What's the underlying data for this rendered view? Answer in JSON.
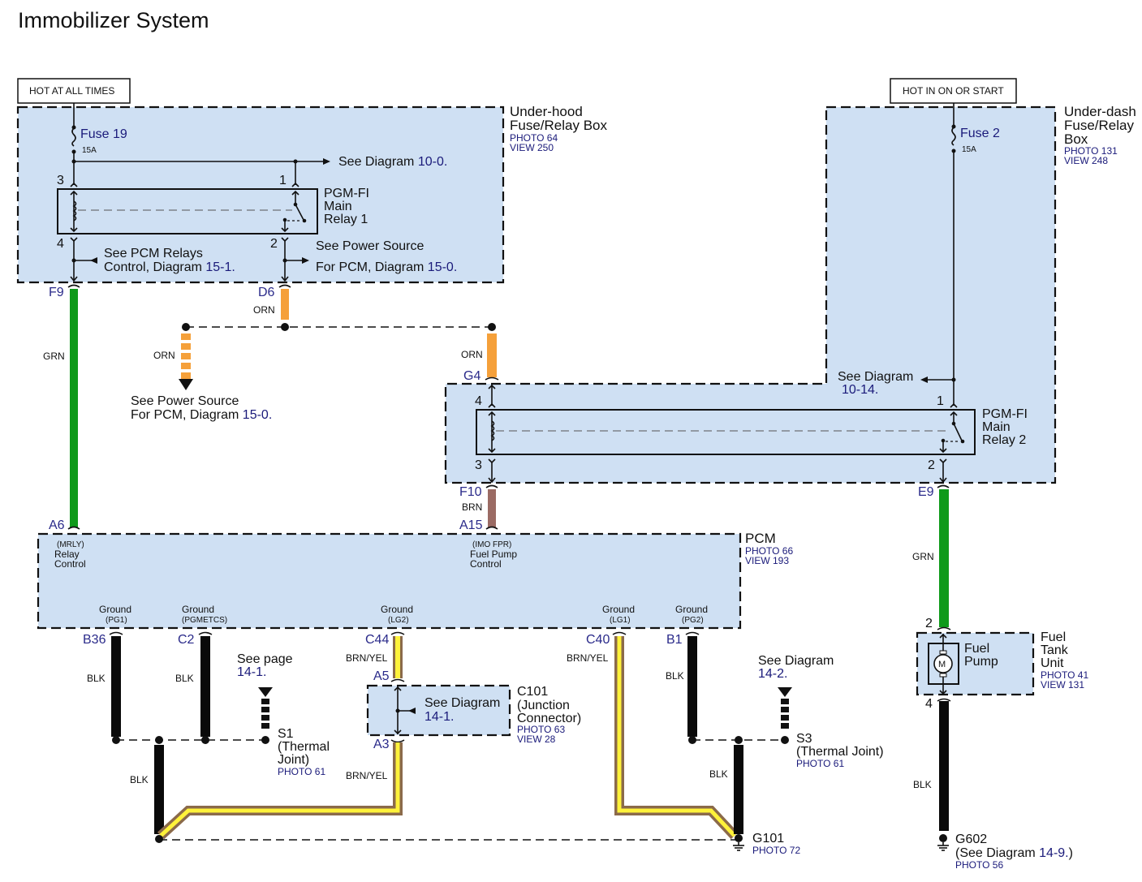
{
  "title": "Immobilizer System",
  "power_labels": {
    "left": "HOT AT ALL TIMES",
    "right": "HOT IN ON OR START"
  },
  "underhood_box": {
    "name_line1": "Under-hood",
    "name_line2": "Fuse/Relay Box",
    "photo": "PHOTO 64",
    "view": "VIEW 250",
    "fuse": {
      "name": "Fuse 19",
      "rating": "15A"
    },
    "see_diagram_arrow": {
      "text": "See Diagram ",
      "ref": "10-0."
    },
    "relay": {
      "line1": "PGM-FI",
      "line2": "Main",
      "line3": "Relay 1",
      "pins": [
        "1",
        "2",
        "3",
        "4"
      ]
    },
    "pcm_relays_note": {
      "line1": "See PCM Relays",
      "line2": "Control, Diagram ",
      "ref": "15-1."
    },
    "power_source_note": {
      "line1": "See Power Source",
      "line2": "For PCM, Diagram ",
      "ref": "15-0."
    }
  },
  "underdash_box": {
    "name_line1": "Under-dash",
    "name_line2": "Fuse/Relay",
    "name_line3": "Box",
    "photo": "PHOTO 131",
    "view": "VIEW 248",
    "fuse": {
      "name": "Fuse 2",
      "rating": "15A"
    },
    "see_diagram_note": {
      "line1": "See Diagram",
      "ref": "10-14."
    },
    "relay": {
      "line1": "PGM-FI",
      "line2": "Main",
      "line3": "Relay 2",
      "pins": [
        "1",
        "2",
        "3",
        "4"
      ]
    }
  },
  "connectors": {
    "f9": "F9",
    "d6": "D6",
    "g4": "G4",
    "f10": "F10",
    "e9": "E9",
    "a6": "A6",
    "a15": "A15",
    "b36": "B36",
    "c2": "C2",
    "c44": "C44",
    "c40": "C40",
    "b1": "B1",
    "a5": "A5",
    "a3": "A3"
  },
  "wire_colors": {
    "grn": "GRN",
    "orn": "ORN",
    "brn": "BRN",
    "blk": "BLK",
    "brnyel": "BRN/YEL"
  },
  "colors": {
    "green": "#0f9a1a",
    "orange": "#f5a03a",
    "brown": "#9b6b64",
    "black": "#0a0a0a",
    "yellow": "#fff23a",
    "yellow_edge": "#8b6a4a",
    "box_fill": "#cfe0f3"
  },
  "orn_branch_note": {
    "line1": "See Power Source",
    "line2": "For PCM, Diagram ",
    "ref": "15-0."
  },
  "pcm": {
    "name": "PCM",
    "photo": "PHOTO 66",
    "view": "VIEW 193",
    "relay_control": {
      "code": "(MRLY)",
      "line1": "Relay",
      "line2": "Control"
    },
    "fuel_pump_control": {
      "code": "(IMO FPR)",
      "line1": "Fuel Pump",
      "line2": "Control"
    },
    "grounds": [
      {
        "label": "Ground",
        "code": "(PG1)"
      },
      {
        "label": "Ground",
        "code": "(PGMETCS)"
      },
      {
        "label": "Ground",
        "code": "(LG2)"
      },
      {
        "label": "Ground",
        "code": "(LG1)"
      },
      {
        "label": "Ground",
        "code": "(PG2)"
      }
    ]
  },
  "s1": {
    "name": "S1",
    "line1": "(Thermal",
    "line2": "Joint)",
    "photo": "PHOTO 61",
    "see_line1": "See page",
    "see_ref": "14-1."
  },
  "s3": {
    "name": "S3",
    "line1": "(Thermal Joint)",
    "photo": "PHOTO 61",
    "see_line1": "See Diagram",
    "see_ref": "14-2."
  },
  "c101": {
    "name": "C101",
    "line1": "(Junction",
    "line2": "Connector)",
    "photo": "PHOTO 63",
    "view": "VIEW 28",
    "see_line1": "See Diagram",
    "see_ref": "14-1."
  },
  "fuel_tank": {
    "name_line1": "Fuel",
    "name_line2": "Tank",
    "name_line3": "Unit",
    "photo": "PHOTO 41",
    "view": "VIEW 131",
    "pump_line1": "Fuel",
    "pump_line2": "Pump",
    "motor": "M",
    "pin_top": "2",
    "pin_bottom": "4"
  },
  "g101": {
    "name": "G101",
    "photo": "PHOTO 72"
  },
  "g602": {
    "name": "G602",
    "line1": "(See Diagram ",
    "ref": "14-9.",
    "tail": ")",
    "photo": "PHOTO 56"
  }
}
